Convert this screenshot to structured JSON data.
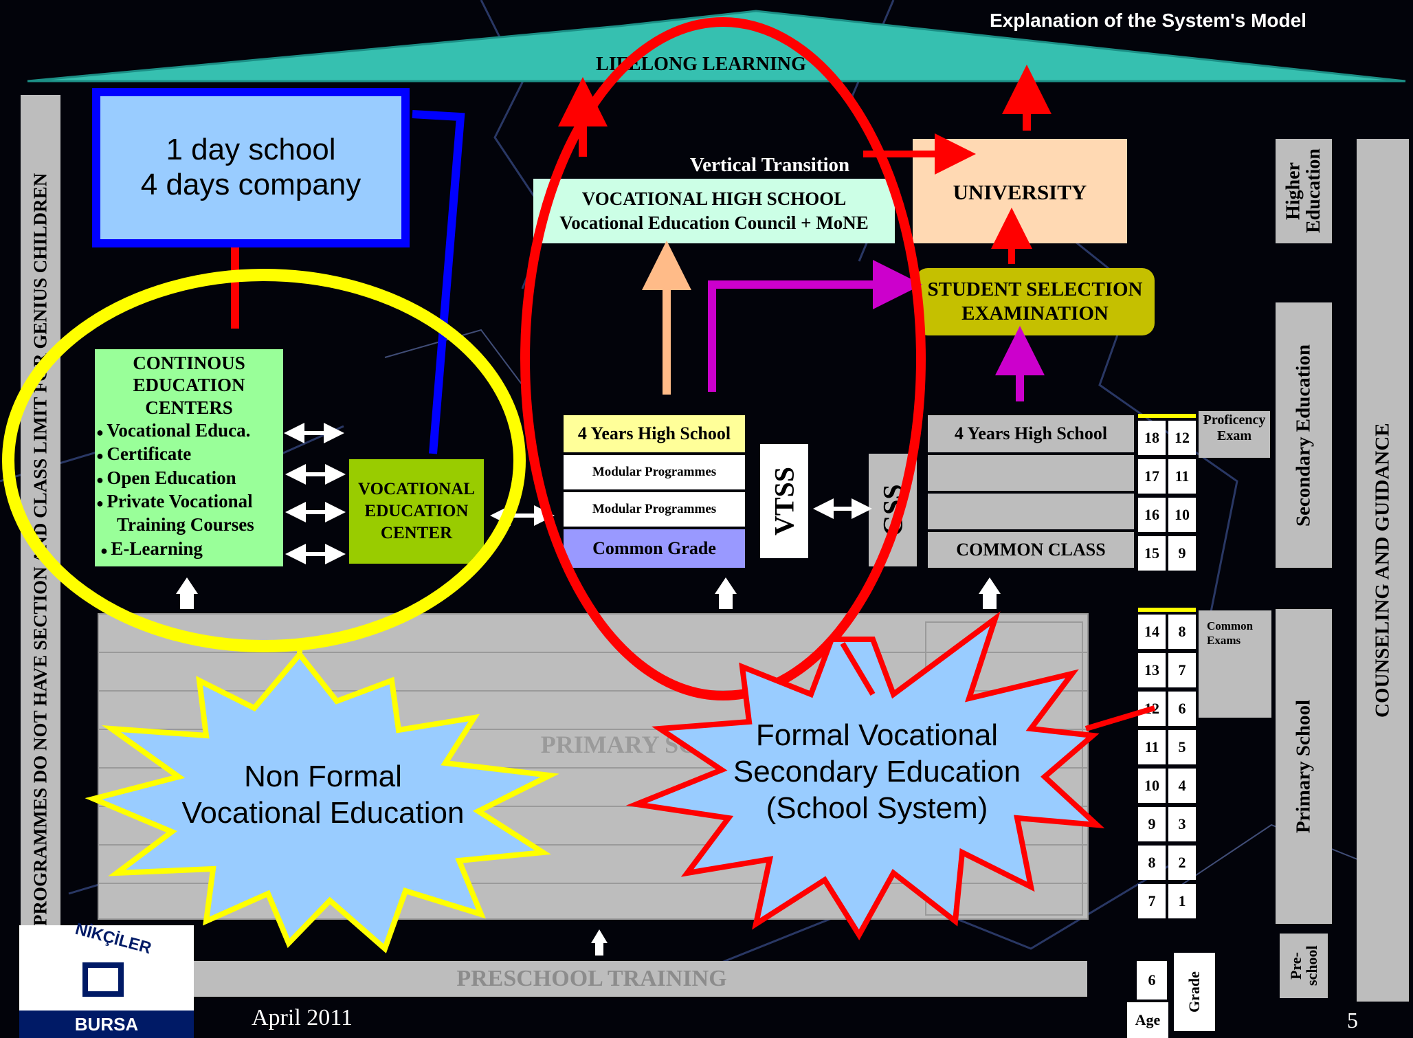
{
  "header": {
    "title": "Explanation of the System's Model"
  },
  "roof": {
    "label": "LIFELONG LEARNING"
  },
  "left_vertical": "PROGRAMMES DO NOT HAVE SECTION AND CLASS LIMIT FOR GENIUS CHILDREN",
  "right_vertical": "COUNSELING AND GUIDANCE",
  "dual_school": {
    "line1": "1 day school",
    "line2": "4 days company"
  },
  "continous": {
    "title_lines": [
      "CONTINOUS",
      "EDUCATION",
      "CENTERS"
    ],
    "items": [
      "Vocational Educa.",
      "Certificate",
      "Open Education",
      "Private Vocational",
      "Training Courses",
      "E-Learning"
    ]
  },
  "vec": {
    "lines": [
      "VOCATIONAL",
      "EDUCATION",
      "CENTER"
    ]
  },
  "vertical_transition": "Vertical Transition",
  "vhs": {
    "line1": "VOCATIONAL HIGH SCHOOL",
    "line2": "Vocational Education Council  + MoNE"
  },
  "university": "UNIVERSITY",
  "sse": {
    "line1": "STUDENT SELECTION",
    "line2": "EXAMINATION"
  },
  "vocational_track": {
    "title": "4 Years High School",
    "mod1": "Modular Programmes",
    "mod2": "Modular Programmes",
    "common": "Common Grade"
  },
  "vtss": "VTSS",
  "gss": "GSS",
  "general_track": {
    "title": "4 Years High School",
    "common": "COMMON CLASS"
  },
  "primary_label": "PRIMARY SCHOOL",
  "preschool_label": "PRESCHOOL TRAINING",
  "footer": {
    "date": "April 2011",
    "page": "5",
    "logo_top": "NİKÇİLER",
    "logo_bottom": "BURSA"
  },
  "exams": {
    "proficency": "Proficency Exam",
    "common": "Common Exams"
  },
  "levels": {
    "higher": "Higher Education",
    "secondary": "Secondary Education",
    "primary": "Primary School",
    "pre": "Pre-school"
  },
  "grid": {
    "age_label": "Age",
    "grade_label": "Grade",
    "preschool_age": "6",
    "rows": [
      {
        "age": "18",
        "grade": "12"
      },
      {
        "age": "17",
        "grade": "11"
      },
      {
        "age": "16",
        "grade": "10"
      },
      {
        "age": "15",
        "grade": "9"
      },
      {
        "age": "14",
        "grade": "8"
      },
      {
        "age": "13",
        "grade": "7"
      },
      {
        "age": "12",
        "grade": "6"
      },
      {
        "age": "11",
        "grade": "5"
      },
      {
        "age": "10",
        "grade": "4"
      },
      {
        "age": "9",
        "grade": "3"
      },
      {
        "age": "8",
        "grade": "2"
      },
      {
        "age": "7",
        "grade": "1"
      }
    ]
  },
  "bursts": {
    "non_formal": {
      "line1": "Non Formal",
      "line2": "Vocational Education"
    },
    "formal": {
      "line1": "Formal Vocational",
      "line2": "Secondary Education",
      "line3": "(School System)"
    }
  },
  "colors": {
    "roof": "#36c0b0",
    "dual_fill": "#99ccff",
    "dual_border": "#0000ff",
    "continous": "#99ff99",
    "vec": "#99cc00",
    "vhs": "#ccffe6",
    "university": "#ffd9b3",
    "sse": "#c5c000",
    "vocational_title": "#ffff99",
    "common_grade": "#9999ff",
    "burst_fill": "#99ccff",
    "ellipse_yellow": "#ffff00",
    "ellipse_red": "#ff0000"
  }
}
